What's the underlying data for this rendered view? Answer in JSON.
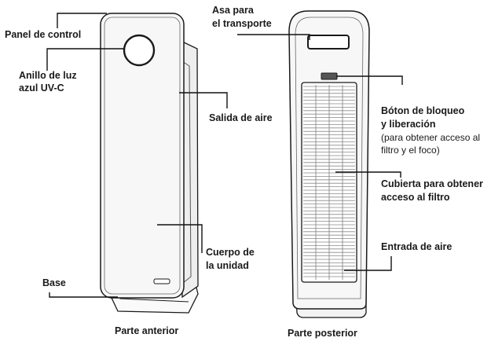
{
  "front": {
    "labels": {
      "control_panel": "Panel de control",
      "uv_ring_line1": "Anillo de luz",
      "uv_ring_line2": "azul UV-C",
      "air_outlet": "Salida de aire",
      "body_line1": "Cuerpo de",
      "body_line2": "la unidad",
      "base": "Base"
    },
    "caption": "Parte anterior"
  },
  "back": {
    "labels": {
      "handle_line1": "Asa para",
      "handle_line2": "el transporte",
      "lock_line1": "Bóton de bloqueo",
      "lock_line2": "y liberación",
      "lock_note_line1": "(para obtener acceso al",
      "lock_note_line2": "filtro y el foco)",
      "filter_cover_line1": "Cubierta para obtener",
      "filter_cover_line2": "acceso al filtro",
      "air_inlet": "Entrada de aire"
    },
    "caption": "Parte posterior"
  },
  "colors": {
    "outline": "#1a1a1a",
    "body_fill": "#f7f7f7",
    "shadow_fill": "#e3e3e3",
    "grille": "#8a8a8a"
  }
}
